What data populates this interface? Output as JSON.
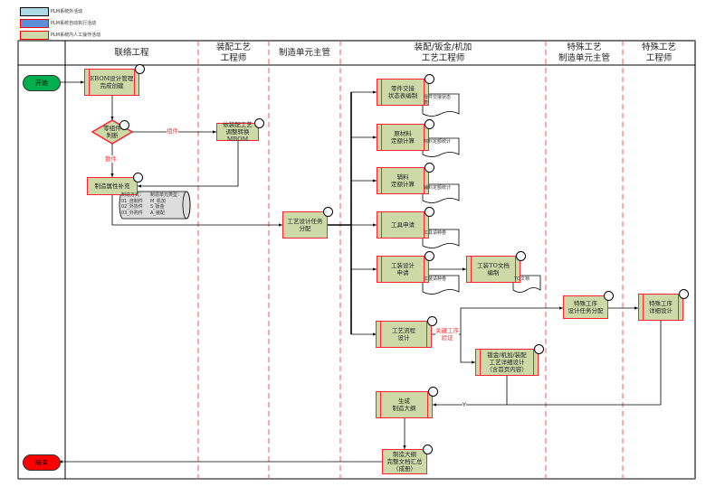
{
  "legend": [
    {
      "label": "PLM系统外活动",
      "fill": "#add8e6",
      "border": "#000000"
    },
    {
      "label": "PLM系统自动执行活动",
      "fill": "#5b8dd9",
      "border": "#ff0000"
    },
    {
      "label": "PLM系统内人工操作活动",
      "fill": "#cddaa8",
      "border": "#ff0000"
    }
  ],
  "lanes": [
    "联络工程",
    "装配工艺\n工程师",
    "制造单元主管",
    "装配/钣金/机加\n工艺工程师",
    "特殊工艺\n制造单元主管",
    "特殊工艺\n工程师"
  ],
  "terminals": {
    "start": "开始",
    "end": "结束",
    "start_color": "#00b050",
    "end_color": "#ff0000"
  },
  "nodes": {
    "ebom": "EBOM设计管理\n完成创建",
    "decision": "零组件\n判断",
    "mbom": "依装配工艺\n调整转换MBOM",
    "attr": "制造属性补充",
    "assign": "工艺设计任务\n分配",
    "handover": "零件交接\n状态表编制",
    "raw": "原材料\n定额计算",
    "aux": "辅料\n定额计算",
    "tool": "工具申请",
    "fixture": "工装设计\n申请",
    "to": "工装TO文档\n编制",
    "special_assign": "特殊工序\n设计任务分配",
    "special_design": "特殊工序\n详细设计",
    "flow": "工艺流程\n设计",
    "detail": "钣金/机加/装配\n工艺详细设计\n（含首页内容）",
    "outline": "生成\n制造大纲",
    "summary": "制造大纲\n完整文档汇总\n（成册）"
  },
  "documents": {
    "handover": "零件交接状态\n表",
    "raw": "材料定额统计",
    "aux": "辅料定额统计",
    "tool": "工具请种卷",
    "fixture": "工装请种卷",
    "to": "TO文档"
  },
  "database": {
    "col1": "制造方式：\n01_自制件\n02_外协件\n03_外购件",
    "col2": "制造单元类型：\nM_机加\nS_钣金\nA_装配"
  },
  "edge_labels": {
    "assembly": "组件",
    "part": "散件",
    "key_process": "关键工序\n验证",
    "yes": "Y"
  }
}
